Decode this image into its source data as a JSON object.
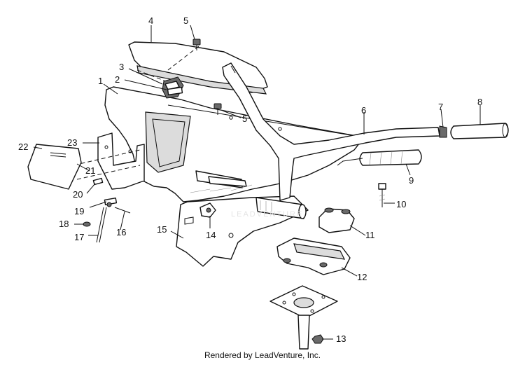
{
  "diagram": {
    "callouts": [
      {
        "id": "c1",
        "label": "1"
      },
      {
        "id": "c2",
        "label": "2"
      },
      {
        "id": "c3",
        "label": "3"
      },
      {
        "id": "c4",
        "label": "4"
      },
      {
        "id": "c5a",
        "label": "5"
      },
      {
        "id": "c5b",
        "label": "5"
      },
      {
        "id": "c6",
        "label": "6"
      },
      {
        "id": "c7",
        "label": "7"
      },
      {
        "id": "c8",
        "label": "8"
      },
      {
        "id": "c9",
        "label": "9"
      },
      {
        "id": "c10",
        "label": "10"
      },
      {
        "id": "c11",
        "label": "11"
      },
      {
        "id": "c12",
        "label": "12"
      },
      {
        "id": "c13",
        "label": "13"
      },
      {
        "id": "c14",
        "label": "14"
      },
      {
        "id": "c15",
        "label": "15"
      },
      {
        "id": "c16",
        "label": "16"
      },
      {
        "id": "c17",
        "label": "17"
      },
      {
        "id": "c18",
        "label": "18"
      },
      {
        "id": "c19",
        "label": "19"
      },
      {
        "id": "c20",
        "label": "20"
      },
      {
        "id": "c21",
        "label": "21"
      },
      {
        "id": "c22",
        "label": "22"
      },
      {
        "id": "c23",
        "label": "23"
      }
    ],
    "footer": "Rendered by LeadVenture, Inc.",
    "watermark": "LEADVENTURE"
  }
}
